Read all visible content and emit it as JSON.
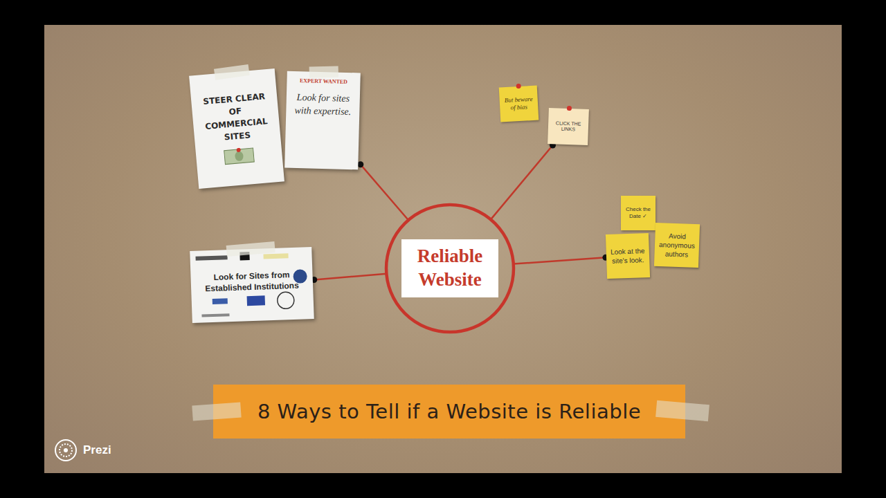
{
  "diagram": {
    "title": "8 Ways to Tell if a Website is Reliable",
    "nodes": [
      {
        "text": [
          "Reliable Website"
        ]
      },
      {
        "text": [
          "STEER CLEAR OF COMMERCIAL SITES"
        ]
      },
      {
        "text": [
          "EXPERT WANTED",
          "Look for sites with expertise."
        ]
      },
      {
        "text": [
          "But beware of bias"
        ]
      },
      {
        "text": [
          "CLICK THE LINKS"
        ]
      },
      {
        "text": [
          "Check the Date ✓"
        ]
      },
      {
        "text": [
          "Look at the site's look."
        ]
      },
      {
        "text": [
          "Avoid anonymous authors"
        ]
      },
      {
        "text": [
          "Look for Sites from Established Institutions"
        ]
      }
    ],
    "edges": [
      {
        "from": 0,
        "to": 2,
        "arrow": "none"
      },
      {
        "from": 0,
        "to": 4,
        "arrow": "none"
      },
      {
        "from": 0,
        "to": 6,
        "arrow": "none"
      },
      {
        "from": 0,
        "to": 8,
        "arrow": "none"
      }
    ],
    "labels": [
      "Prezi"
    ]
  }
}
